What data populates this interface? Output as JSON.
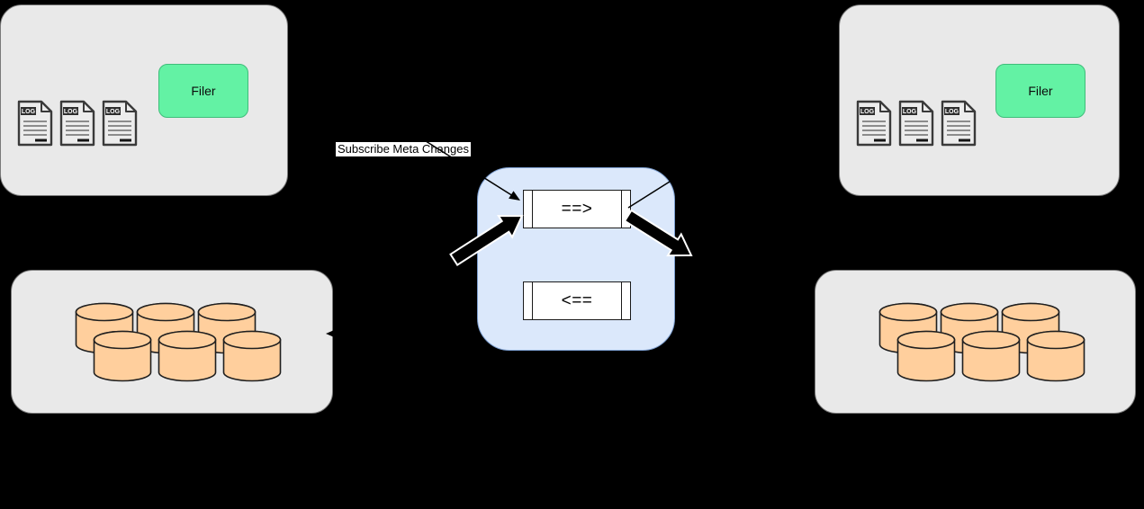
{
  "background": "#000000",
  "annotation": {
    "subscribe_meta_changes": "Subscribe Meta Changes"
  },
  "filer_cluster": {
    "filer_label": "Filer",
    "log_badge": "LOG",
    "log_file_count": 3
  },
  "volume_cluster": {
    "cylinder_count": 6
  },
  "queue": {
    "forward_label": "==>",
    "backward_label": "<=="
  },
  "colors": {
    "background": "#000000",
    "cluster_fill": "#e9e9e9",
    "cluster_border": "#7a7a7a",
    "filer_fill": "#63f2a4",
    "queue_fill": "#dbe8fb",
    "queue_border": "#7d9fd0",
    "cylinder_fill": "#ffcf9d",
    "label_bg": "#ffffff"
  }
}
